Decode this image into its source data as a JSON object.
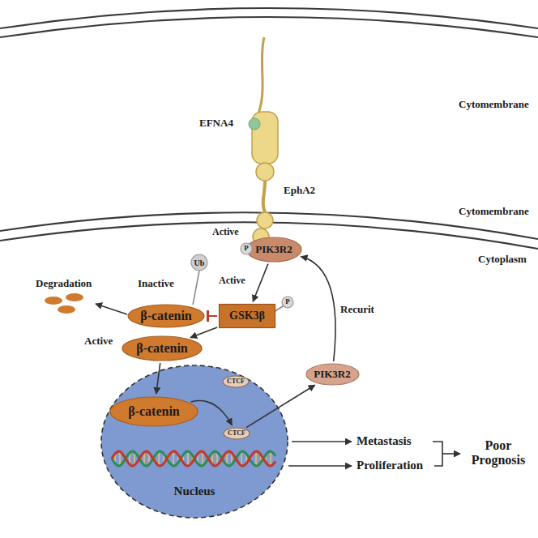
{
  "diagram": {
    "nodes": [
      {
        "text": [
          "PIK3R2"
        ]
      },
      {
        "text": [
          "P"
        ]
      },
      {
        "text": [
          "Ub"
        ]
      },
      {
        "text": [
          "β-catenin"
        ]
      },
      {
        "text": [
          "GSK3β"
        ]
      },
      {
        "text": [
          "P"
        ]
      },
      {
        "text": [
          "β-catenin"
        ]
      },
      {
        "text": [
          "Nucleus"
        ]
      },
      {
        "text": [
          "β-catenin"
        ],
        "in": 7
      },
      {
        "text": [
          "CTCF"
        ],
        "in": 7
      },
      {
        "text": [
          "CTCF"
        ],
        "in": 7
      },
      {
        "text": [
          "PIK3R2"
        ]
      }
    ],
    "edges": [
      {
        "from": 0,
        "to": 4,
        "arrow": "to"
      },
      {
        "from": 4,
        "to": 3,
        "arrow": "none"
      },
      {
        "from": 4,
        "to": 6,
        "arrow": "to"
      },
      {
        "from": 6,
        "to": 8,
        "arrow": "to"
      },
      {
        "from": 8,
        "to": 10,
        "arrow": "to"
      },
      {
        "from": 10,
        "to": 11,
        "arrow": "to"
      },
      {
        "from": 11,
        "to": 0,
        "label": "Recurit",
        "arrow": "to"
      }
    ],
    "labels": [
      "Cytomembrane",
      "Cytomembrane",
      "Cytoplasm",
      "EFNA4",
      "EphA2",
      "Active",
      "Inactive",
      "Degradation",
      "Active",
      "Active",
      "Metastasis",
      "Proliferation",
      "Poor Prognosis"
    ]
  }
}
